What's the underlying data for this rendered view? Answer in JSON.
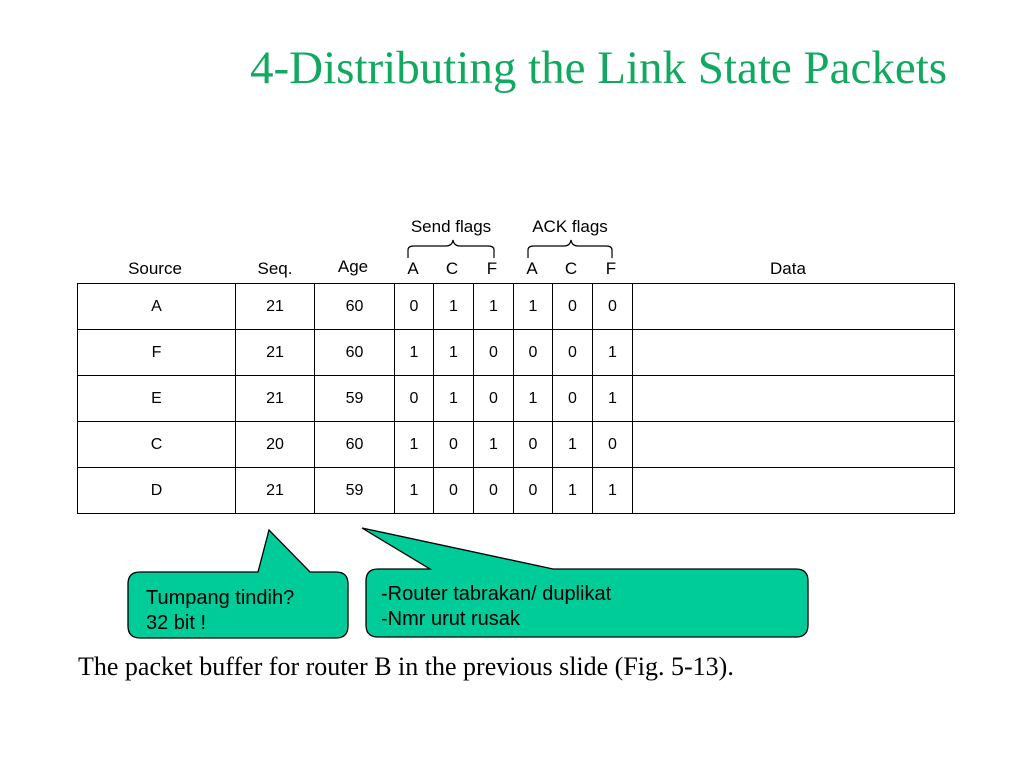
{
  "slide": {
    "title": "4-Distributing the Link State Packets"
  },
  "figure": {
    "group_headers": {
      "send_flags": "Send flags",
      "ack_flags": "ACK flags"
    },
    "columns": [
      "Source",
      "Seq.",
      "Age",
      "A",
      "C",
      "F",
      "A",
      "C",
      "F",
      "Data"
    ],
    "rows": [
      [
        "A",
        "21",
        "60",
        "0",
        "1",
        "1",
        "1",
        "0",
        "0",
        ""
      ],
      [
        "F",
        "21",
        "60",
        "1",
        "1",
        "0",
        "0",
        "0",
        "1",
        ""
      ],
      [
        "E",
        "21",
        "59",
        "0",
        "1",
        "0",
        "1",
        "0",
        "1",
        ""
      ],
      [
        "C",
        "20",
        "60",
        "1",
        "0",
        "1",
        "0",
        "1",
        "0",
        ""
      ],
      [
        "D",
        "21",
        "59",
        "1",
        "0",
        "0",
        "0",
        "1",
        "1",
        ""
      ]
    ],
    "caption": "The packet buffer for router B in the previous slide (Fig.  5-13)."
  },
  "callouts": {
    "seq_note": {
      "line1": "Tumpang tindih?",
      "line2": "32 bit !"
    },
    "age_note": {
      "line1": "-Router tabrakan/ duplikat",
      "line2": "-Nmr urut rusak"
    }
  },
  "colors": {
    "title": "#11a860",
    "callout_fill": "#00cc99",
    "callout_stroke": "#000000"
  }
}
